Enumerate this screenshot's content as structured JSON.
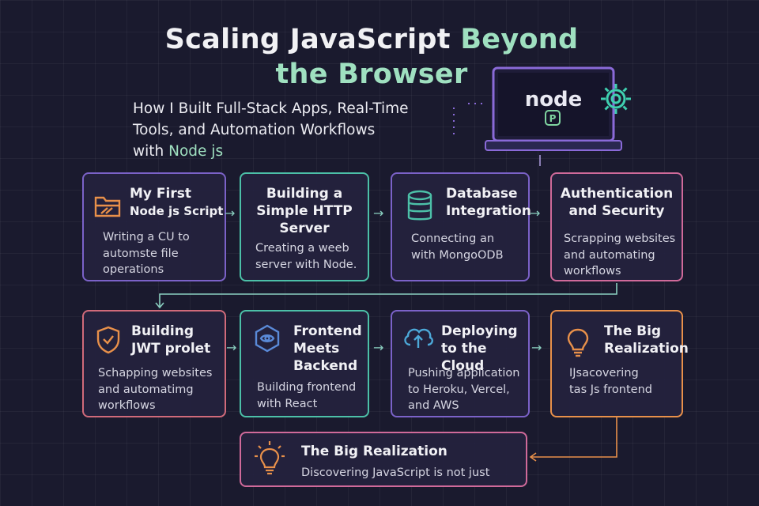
{
  "header": {
    "title_line1_white": "Scaling JavaScript ",
    "title_line1_green": "Beyond",
    "title_line2": "the Browser",
    "subtitle_line1": "How I Built Full-Stack Apps, Real-Time",
    "subtitle_line2": "Tools, and Automation Workflows",
    "subtitle_line3_prefix": "with ",
    "subtitle_line3_green": "Node js"
  },
  "logo": {
    "text": "node",
    "badge": "P"
  },
  "colors": {
    "background": "#1a1a2e",
    "green_accent": "#9fe0c0",
    "purple_border": "#7b62c8",
    "teal_border": "#4cc0a8",
    "orange_border": "#e8904a"
  },
  "steps": [
    {
      "title": [
        "My First",
        "Node js Script"
      ],
      "desc": [
        "Writing a CU to",
        "automste file",
        "operations"
      ],
      "icon": "folder-icon"
    },
    {
      "title": [
        "Building a",
        "Simple HTTP",
        "Server"
      ],
      "desc": [
        "Creating a weeb",
        "server with Node."
      ],
      "icon": ""
    },
    {
      "title": [
        "Database",
        "Integration"
      ],
      "desc": [
        "Connecting an",
        "with MongoODB"
      ],
      "icon": "database-icon"
    },
    {
      "title": [
        "Authentication",
        "and Security"
      ],
      "desc": [
        "Scrapping websites",
        "and automating",
        "workflows"
      ],
      "icon": ""
    },
    {
      "title": [
        "Building",
        "JWT prolet"
      ],
      "desc": [
        "Schapping websites",
        "and automatimg",
        "workflows"
      ],
      "icon": "shield-check-icon"
    },
    {
      "title": [
        "Frontend",
        "Meets",
        "Backend"
      ],
      "desc": [
        "Building frontend",
        "with React"
      ],
      "icon": "hexagon-eye-icon"
    },
    {
      "title": [
        "Deploying",
        "to the Cloud"
      ],
      "desc": [
        "Pushing application",
        "to Heroku, Vercel,",
        "and AWS"
      ],
      "icon": "cloud-upload-icon"
    },
    {
      "title": [
        "The Big",
        "Realization"
      ],
      "desc": [
        "IJsacovering",
        "tas Js frontend"
      ],
      "icon": "lightbulb-icon"
    }
  ],
  "final": {
    "title": "The Big Realization",
    "desc": "Discovering JavaScript is not just",
    "icon": "lightbulb-icon"
  }
}
